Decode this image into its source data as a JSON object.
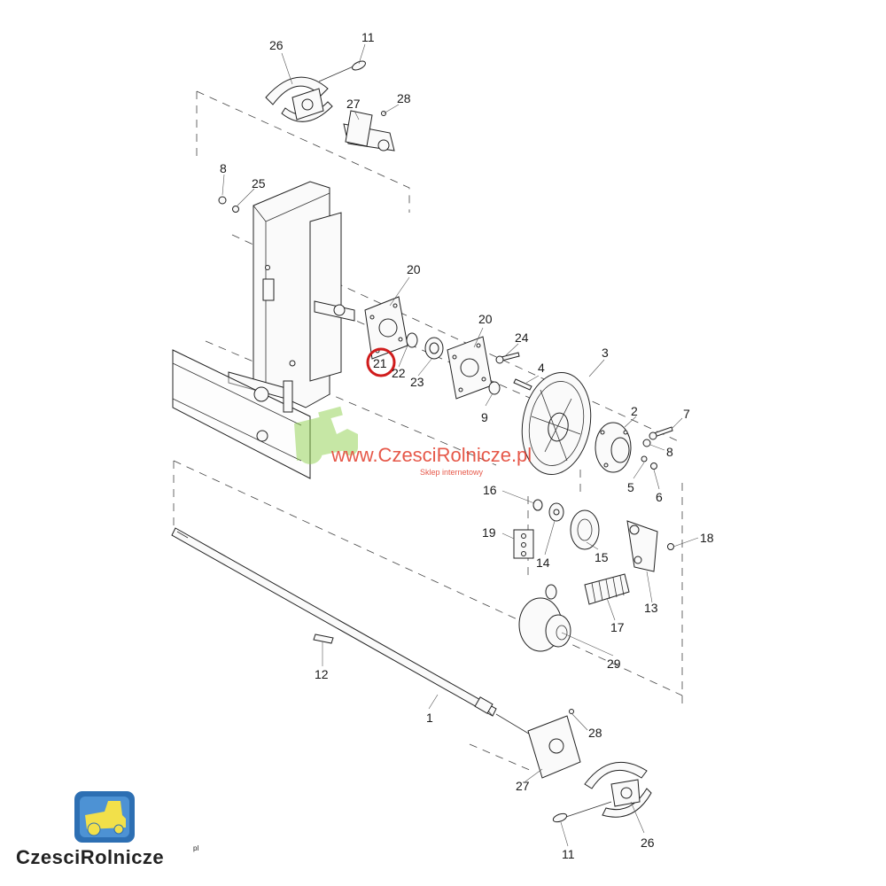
{
  "watermark": {
    "url": "www.CzesciRolnicze.pl",
    "tagline": "Sklep internetowy",
    "color": "#e23b2a",
    "logo_color": "#8fd14f"
  },
  "brand": {
    "name": "CzesciRolnicze",
    "superscript": "pl",
    "badge_color": "#2d6fb3",
    "tractor_color": "#f2e04a"
  },
  "highlight": {
    "label": "21",
    "color": "#d01c1c"
  },
  "callouts": [
    {
      "id": "c26a",
      "text": "26"
    },
    {
      "id": "c11a",
      "text": "11"
    },
    {
      "id": "c27a",
      "text": "27"
    },
    {
      "id": "c28a",
      "text": "28"
    },
    {
      "id": "c8a",
      "text": "8"
    },
    {
      "id": "c25",
      "text": "25"
    },
    {
      "id": "c20a",
      "text": "20"
    },
    {
      "id": "c20b",
      "text": "20"
    },
    {
      "id": "c24",
      "text": "24"
    },
    {
      "id": "c4",
      "text": "4"
    },
    {
      "id": "c3",
      "text": "3"
    },
    {
      "id": "c21",
      "text": "21"
    },
    {
      "id": "c22",
      "text": "22"
    },
    {
      "id": "c23",
      "text": "23"
    },
    {
      "id": "c9",
      "text": "9"
    },
    {
      "id": "c2",
      "text": "2"
    },
    {
      "id": "c7",
      "text": "7"
    },
    {
      "id": "c8b",
      "text": "8"
    },
    {
      "id": "c5",
      "text": "5"
    },
    {
      "id": "c6",
      "text": "6"
    },
    {
      "id": "c16",
      "text": "16"
    },
    {
      "id": "c19",
      "text": "19"
    },
    {
      "id": "c14",
      "text": "14"
    },
    {
      "id": "c15",
      "text": "15"
    },
    {
      "id": "c18",
      "text": "18"
    },
    {
      "id": "c13",
      "text": "13"
    },
    {
      "id": "c17",
      "text": "17"
    },
    {
      "id": "c29",
      "text": "29"
    },
    {
      "id": "c12",
      "text": "12"
    },
    {
      "id": "c1",
      "text": "1"
    },
    {
      "id": "c28b",
      "text": "28"
    },
    {
      "id": "c27b",
      "text": "27"
    },
    {
      "id": "c26b",
      "text": "26"
    },
    {
      "id": "c11b",
      "text": "11"
    }
  ]
}
